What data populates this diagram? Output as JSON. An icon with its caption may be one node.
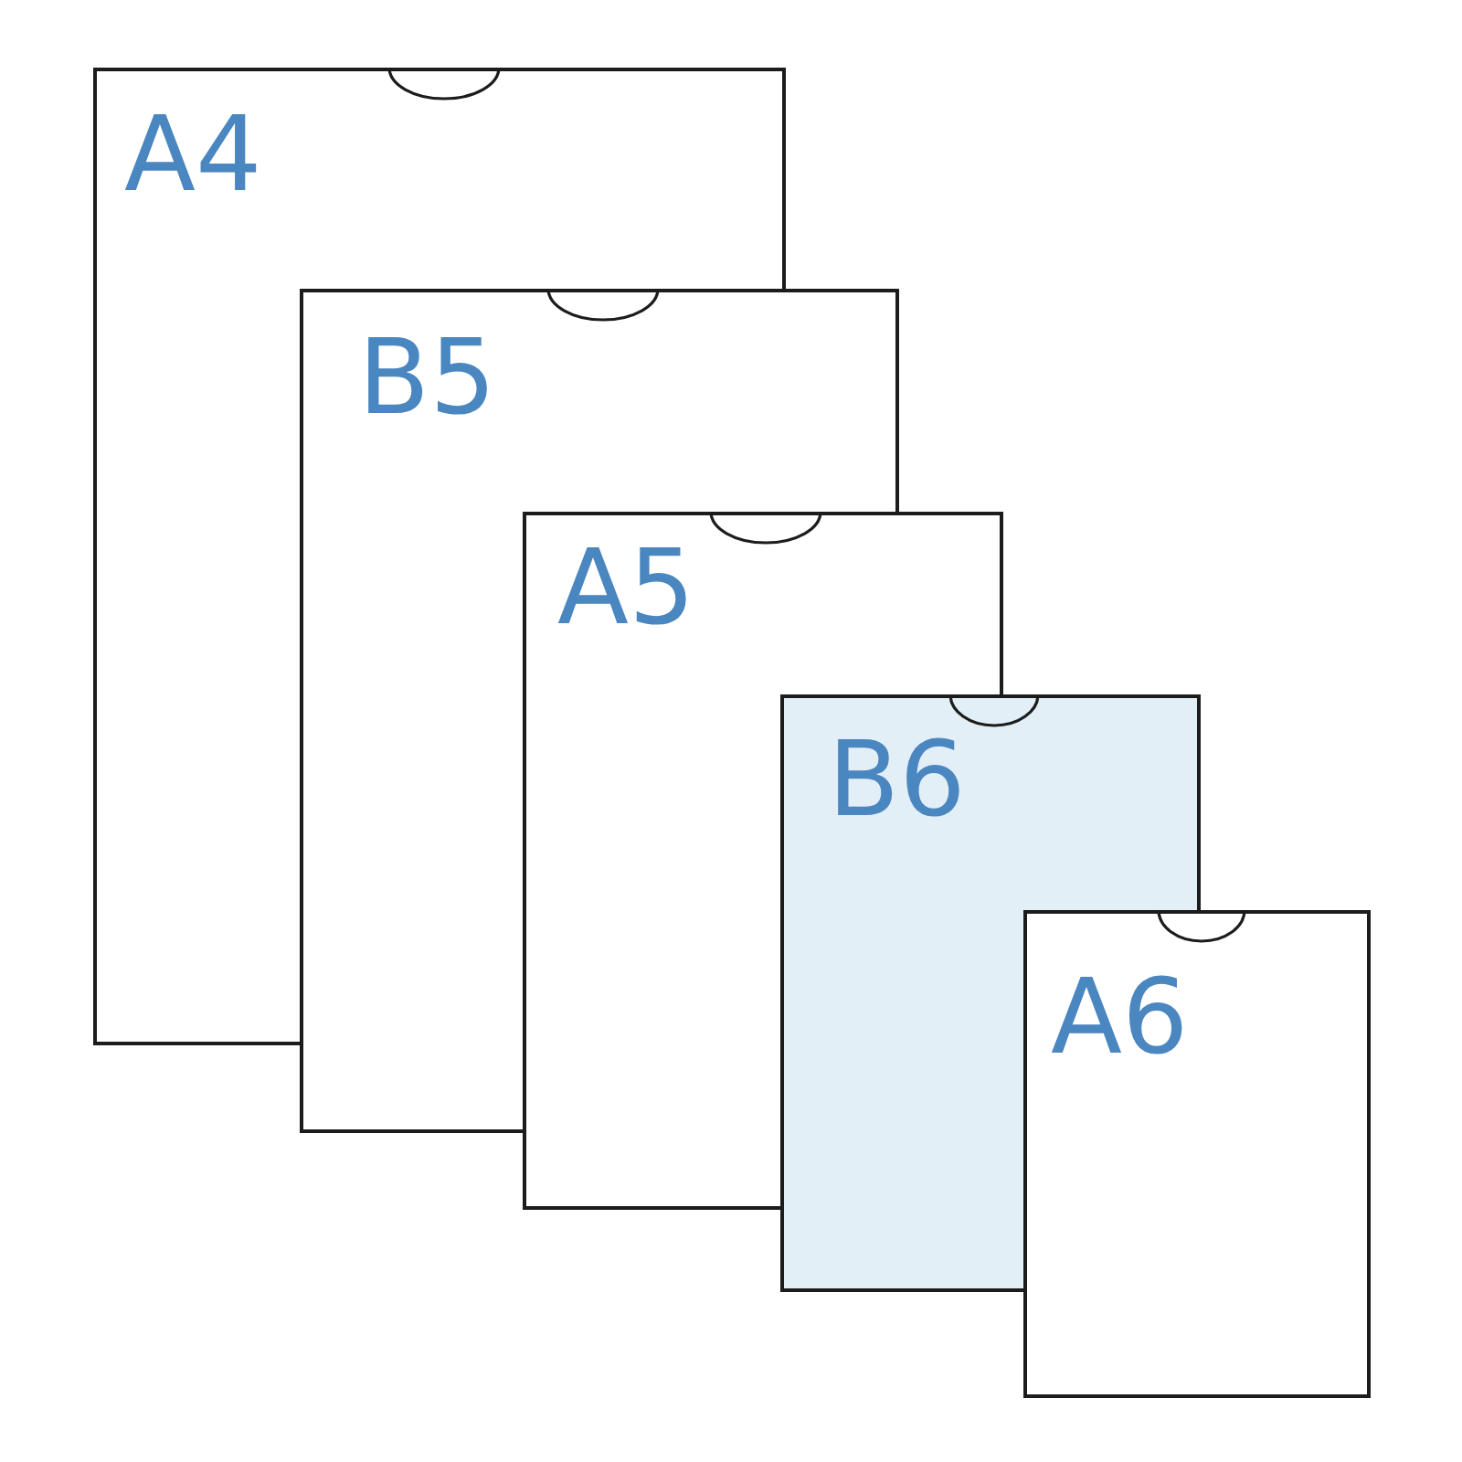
{
  "diagram": {
    "nodes": [
      {
        "text": [
          "A4"
        ]
      },
      {
        "text": [
          "B5"
        ]
      },
      {
        "text": [
          "A5"
        ]
      },
      {
        "text": [
          "B6"
        ]
      },
      {
        "text": [
          "A6"
        ]
      }
    ]
  }
}
